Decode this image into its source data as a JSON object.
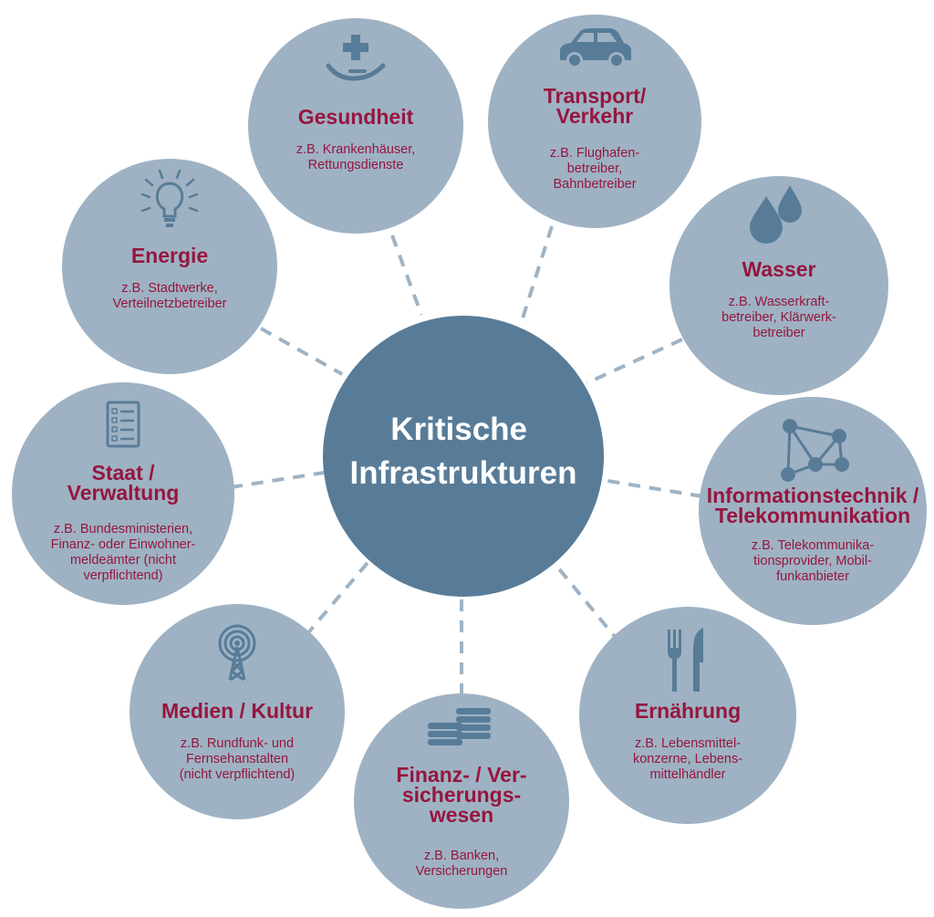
{
  "center": {
    "lines": [
      "Kritische",
      "Infrastrukturen"
    ]
  },
  "nodes": [
    {
      "key": "gesundheit",
      "icon": "healthcare-hand-icon",
      "title": [
        "Gesundheit"
      ],
      "desc": [
        "z.B. Krankenhäuser,",
        "Rettungsdienste"
      ]
    },
    {
      "key": "transport",
      "icon": "car-icon",
      "title": [
        "Transport/",
        "Verkehr"
      ],
      "desc": [
        "z.B. Flughafen-",
        "betreiber,",
        "Bahnbetreiber"
      ]
    },
    {
      "key": "wasser",
      "icon": "water-drops-icon",
      "title": [
        "Wasser"
      ],
      "desc": [
        "z.B. Wasserkraft-",
        "betreiber, Klärwerk-",
        "betreiber"
      ]
    },
    {
      "key": "it",
      "icon": "network-icon",
      "title": [
        "Informationstechnik /",
        "Telekommunikation"
      ],
      "desc": [
        "z.B. Telekommunika-",
        "tionsprovider, Mobil-",
        "funkanbieter"
      ]
    },
    {
      "key": "ernaehrung",
      "icon": "fork-knife-icon",
      "title": [
        "Ernährung"
      ],
      "desc": [
        "z.B. Lebensmittel-",
        "konzerne, Lebens-",
        "mittelhändler"
      ]
    },
    {
      "key": "finanz",
      "icon": "coins-icon",
      "title": [
        "Finanz- / Ver-",
        "sicherungs-",
        "wesen"
      ],
      "desc": [
        "z.B. Banken,",
        "Versicherungen"
      ]
    },
    {
      "key": "medien",
      "icon": "broadcast-tower-icon",
      "title": [
        "Medien / Kultur"
      ],
      "desc": [
        "z.B. Rundfunk- und",
        "Fernsehanstalten",
        "(nicht verpflichtend)"
      ]
    },
    {
      "key": "staat",
      "icon": "checklist-icon",
      "title": [
        "Staat /",
        "Verwaltung"
      ],
      "desc": [
        "z.B. Bundesministerien,",
        "Finanz- oder Einwohner-",
        "meldeämter (nicht",
        "verpflichtend)"
      ]
    },
    {
      "key": "energie",
      "icon": "light-bulb-icon",
      "title": [
        "Energie"
      ],
      "desc": [
        "z.B. Stadtwerke,",
        "Verteilnetzbetreiber"
      ]
    }
  ],
  "colors": {
    "node": "#9eb2c3",
    "center": "#587c98",
    "accent": "#96163f",
    "connector": "#9fb3c4"
  }
}
